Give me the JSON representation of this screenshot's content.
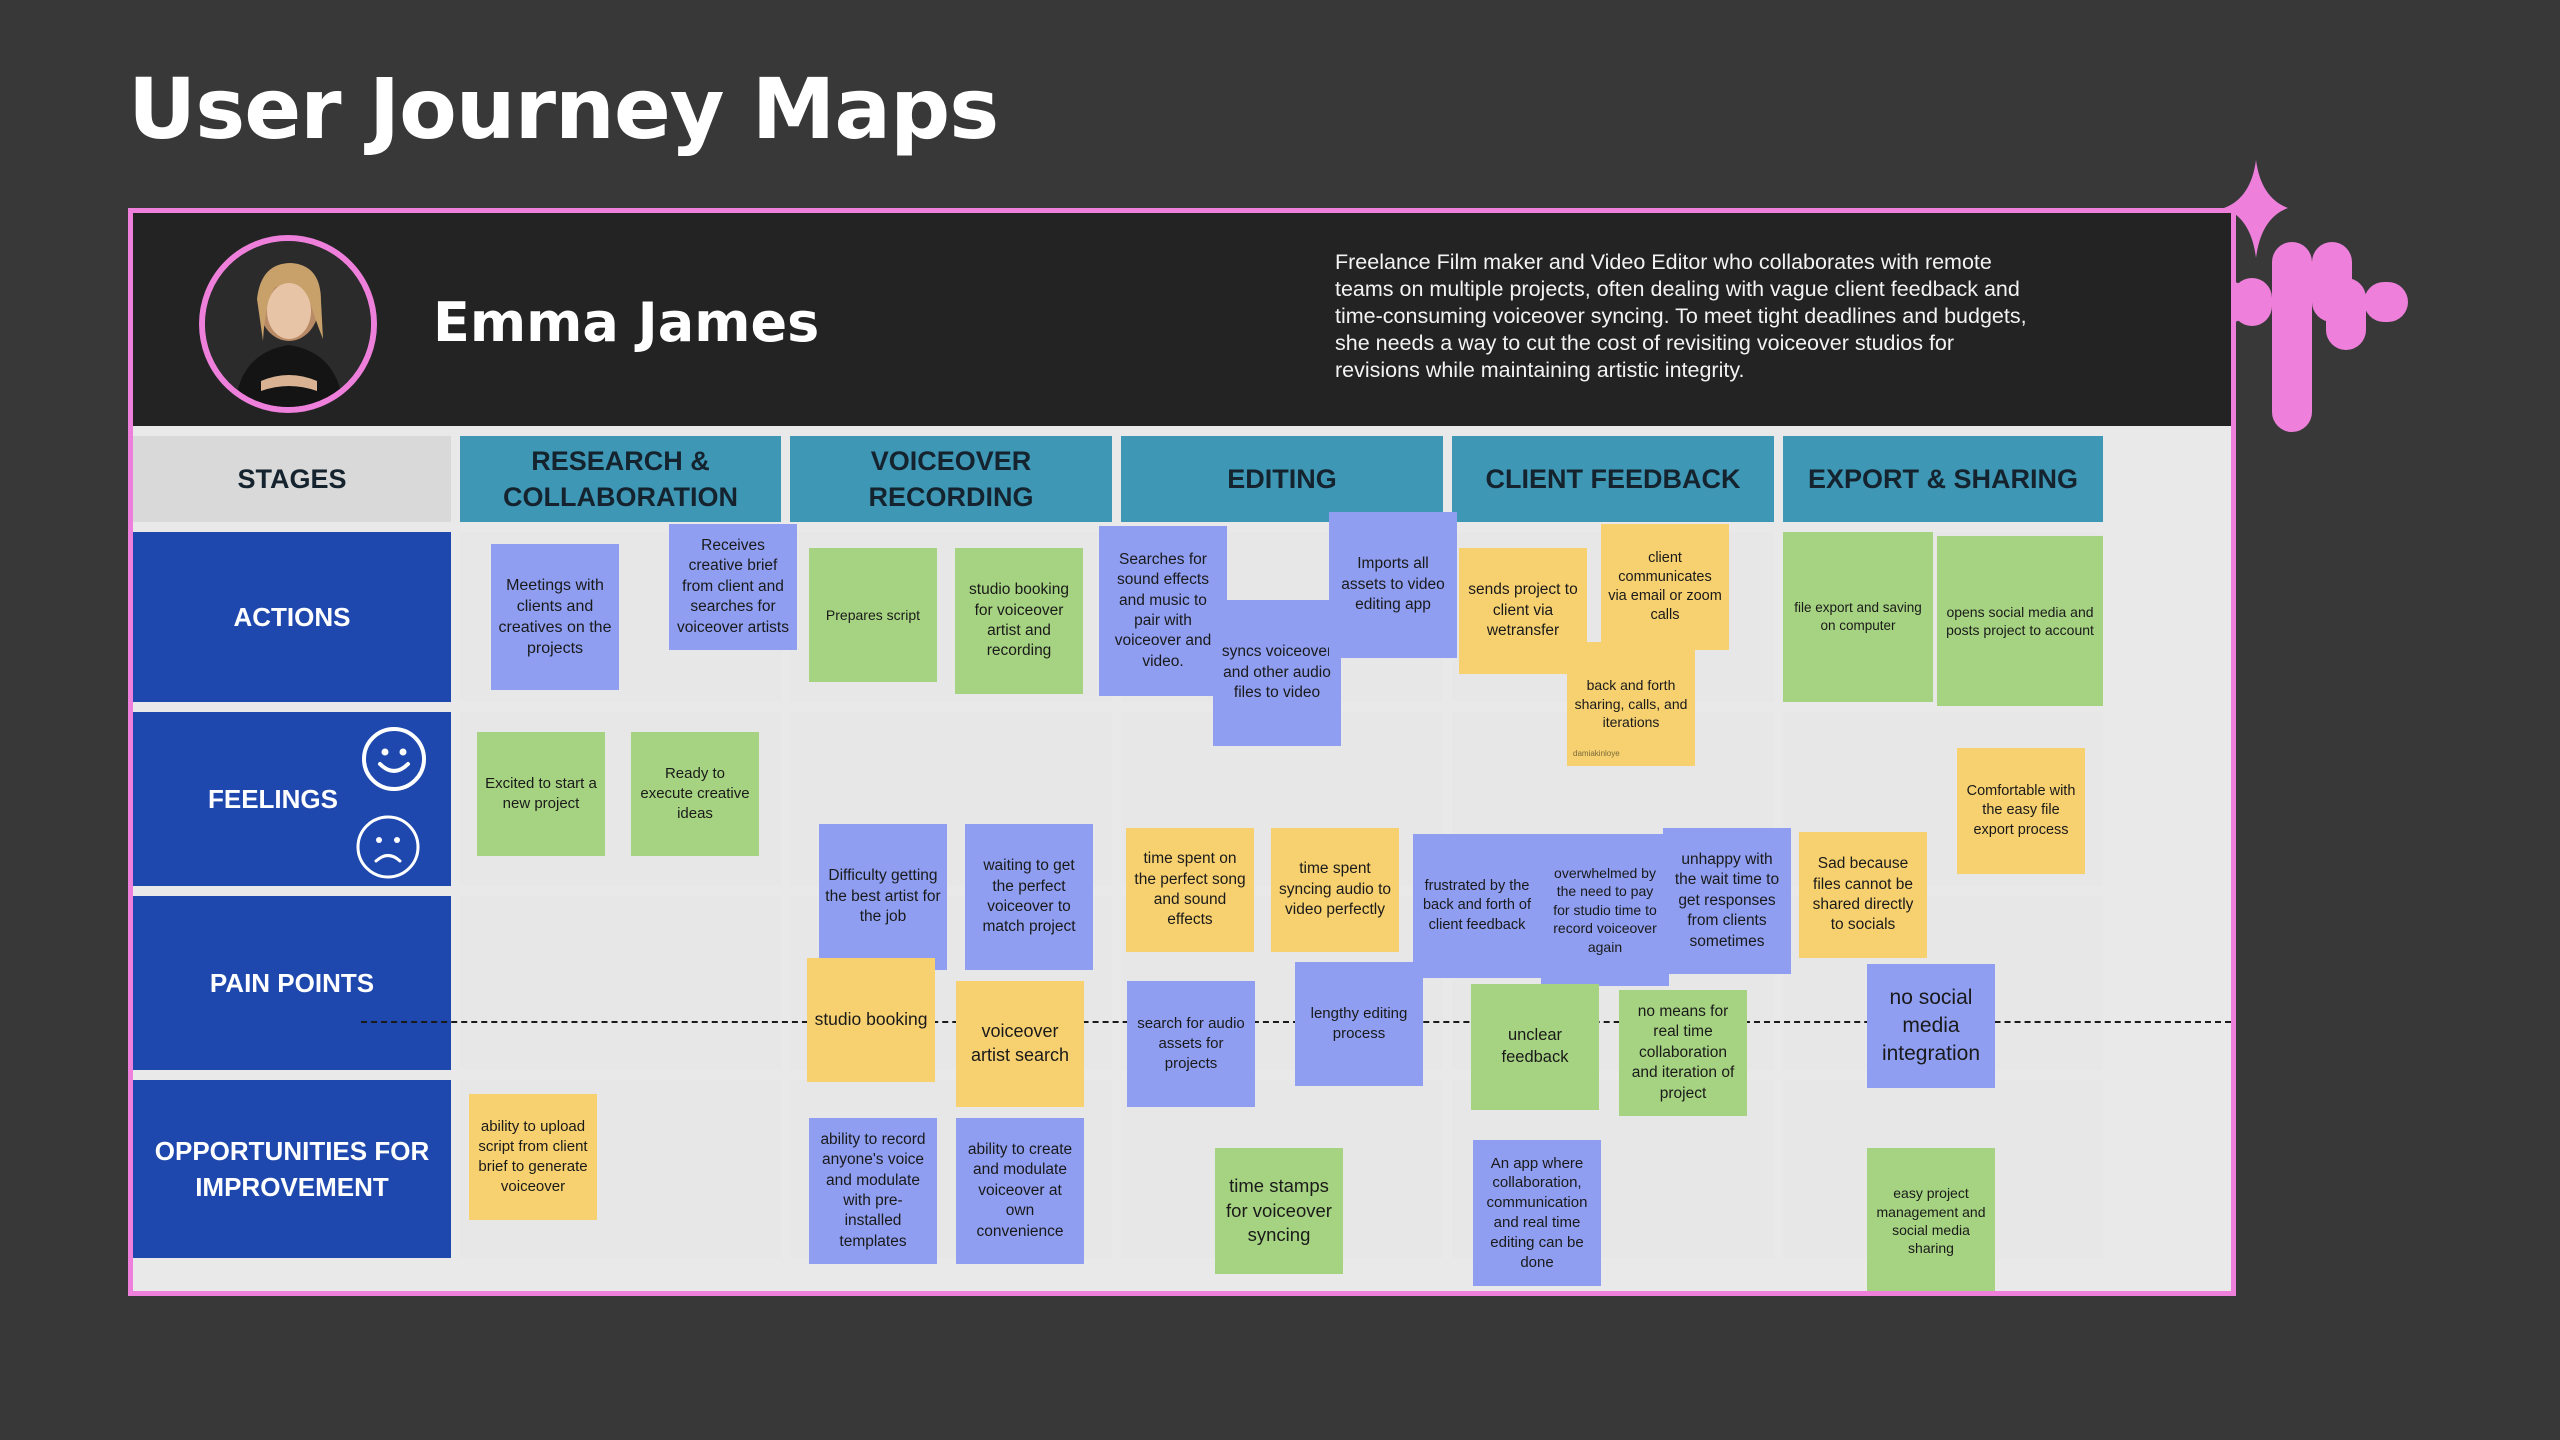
{
  "slide_title": "User Journey Maps",
  "persona": {
    "name": "Emma James",
    "description": "Freelance Film maker and Video Editor who collaborates with remote teams on multiple projects, often dealing with vague client feedback and time-consuming voiceover syncing. To meet tight deadlines and budgets, she needs a way to cut the cost of revisiting voiceover studios for revisions while maintaining artistic integrity."
  },
  "stages_label": "STAGES",
  "stages": [
    "RESEARCH & COLLABORATION",
    "VOICEOVER RECORDING",
    "EDITING",
    "CLIENT FEEDBACK",
    "EXPORT & SHARING"
  ],
  "rows": [
    "ACTIONS",
    "FEELINGS",
    "PAIN POINTS",
    "OPPORTUNITIES FOR IMPROVEMENT"
  ],
  "colors": {
    "background": "#383838",
    "frame_border": "#ee80dc",
    "stage_header": "#3e97b5",
    "row_label": "#1e48ae",
    "sticky_purple": "#8f9ef1",
    "sticky_yellow": "#f7d170",
    "sticky_green": "#a6d381"
  },
  "stickies": [
    {
      "text": "Meetings with clients and creatives on the projects",
      "color": "purple"
    },
    {
      "text": "Receives creative brief from client and searches for voiceover artists",
      "color": "purple"
    },
    {
      "text": "Prepares script",
      "color": "green"
    },
    {
      "text": "studio booking for voiceover artist and recording",
      "color": "green"
    },
    {
      "text": "Searches for sound effects and music to pair with voiceover and video.",
      "color": "purple"
    },
    {
      "text": "syncs voiceover and other audio files to video",
      "color": "purple"
    },
    {
      "text": "Imports all assets to video editing app",
      "color": "purple"
    },
    {
      "text": "sends project to client via wetransfer",
      "color": "yellow"
    },
    {
      "text": "client communicates via email or zoom calls",
      "color": "yellow"
    },
    {
      "text": "back and forth sharing, calls, and iterations",
      "color": "yellow"
    },
    {
      "text": "file export and saving on computer",
      "color": "green"
    },
    {
      "text": "opens social media and posts project to account",
      "color": "green"
    },
    {
      "text": "Excited to start a new project",
      "color": "green"
    },
    {
      "text": "Ready to execute creative ideas",
      "color": "green"
    },
    {
      "text": "Comfortable with the easy file export process",
      "color": "yellow"
    },
    {
      "text": "Difficulty getting the best artist for the job",
      "color": "purple"
    },
    {
      "text": "waiting to get the perfect voiceover to match project",
      "color": "purple"
    },
    {
      "text": "time spent on the perfect song and sound effects",
      "color": "yellow"
    },
    {
      "text": "time spent syncing audio to video perfectly",
      "color": "yellow"
    },
    {
      "text": "frustrated by the back and forth of client feedback",
      "color": "purple"
    },
    {
      "text": "overwhelmed by the need to pay for studio time to record voiceover again",
      "color": "purple"
    },
    {
      "text": "unhappy with the wait time to get responses from clients sometimes",
      "color": "purple"
    },
    {
      "text": "Sad because files cannot be shared directly to socials",
      "color": "yellow"
    },
    {
      "text": "studio booking",
      "color": "yellow"
    },
    {
      "text": "voiceover artist search",
      "color": "yellow"
    },
    {
      "text": "search for audio assets for projects",
      "color": "purple"
    },
    {
      "text": "lengthy editing process",
      "color": "purple"
    },
    {
      "text": "unclear feedback",
      "color": "green"
    },
    {
      "text": "no means for real time collaboration and iteration of project",
      "color": "green"
    },
    {
      "text": "no social media integration",
      "color": "purple"
    },
    {
      "text": "ability to upload script from client brief to generate voiceover",
      "color": "yellow"
    },
    {
      "text": "ability to record anyone's voice and modulate with pre-installed templates",
      "color": "purple"
    },
    {
      "text": "ability to create and modulate voiceover at own convenience",
      "color": "purple"
    },
    {
      "text": "time stamps for voiceover syncing",
      "color": "green"
    },
    {
      "text": "An app where collaboration, communication and real time editing can be done",
      "color": "purple"
    },
    {
      "text": "easy project management and social media sharing",
      "color": "green"
    }
  ],
  "sticky_signature": "damiakinloye",
  "icons": {
    "happy": "smiley-face-icon",
    "sad": "sad-face-icon",
    "logo": "sparkle-soundwave-logo-icon"
  }
}
